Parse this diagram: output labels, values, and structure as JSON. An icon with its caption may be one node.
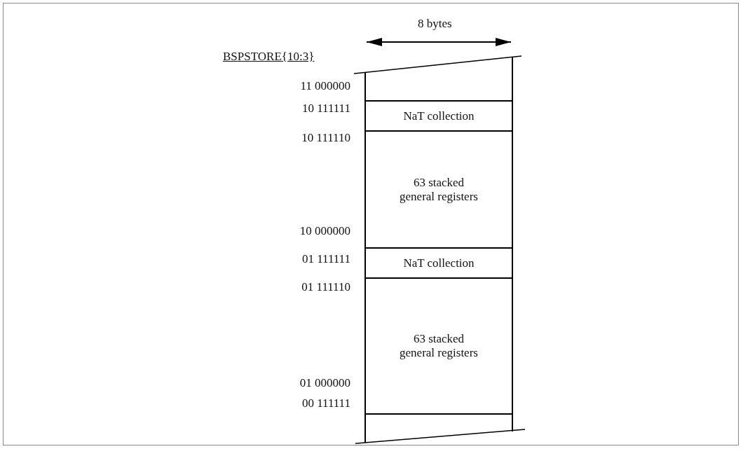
{
  "diagram": {
    "nodes": [
      {
        "text": [],
        "shape": "box"
      },
      {
        "text": [
          "NaT collection"
        ]
      },
      {
        "text": [
          "63 stacked general registers"
        ]
      },
      {
        "text": [
          "NaT collection"
        ]
      },
      {
        "text": [
          "63 stacked general registers"
        ]
      },
      {
        "text": [],
        "shape": "box"
      }
    ],
    "labels": [
      "8 bytes",
      "BSPSTORE{10:3}",
      "11 000000",
      "10 111111",
      "10 111110",
      "10 000000",
      "01 111111",
      "01 111110",
      "01 000000",
      "00 111111"
    ]
  }
}
